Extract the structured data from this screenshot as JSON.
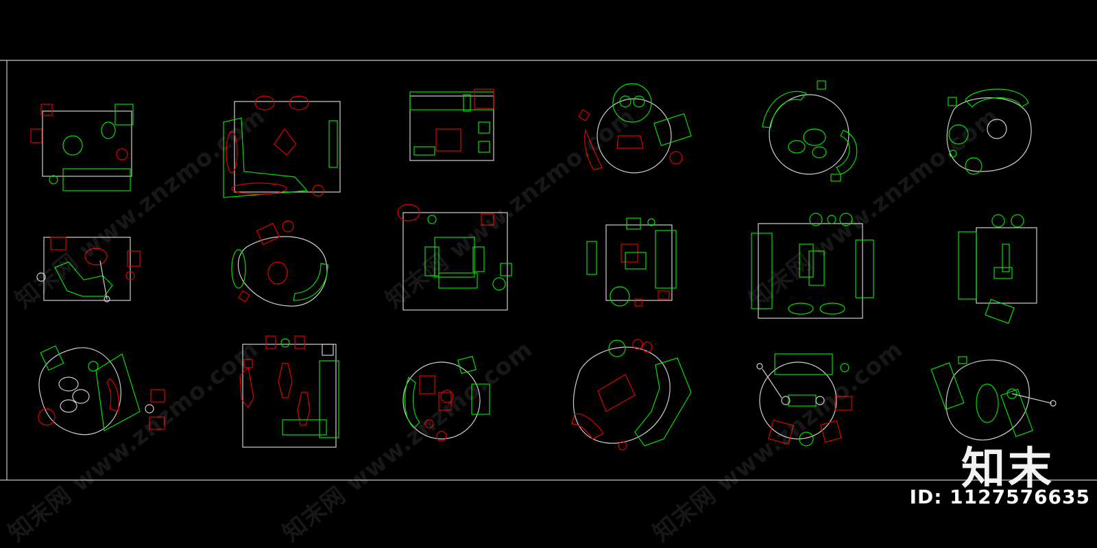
{
  "drawing": {
    "description_visible": false,
    "colors": {
      "background": "#000000",
      "frame": "#c8c8c8",
      "green": "#00e000",
      "red": "#e00000",
      "white": "#d0d0d0"
    }
  },
  "watermark": {
    "site_text": "知末网 www.znzmo.com",
    "brand": "知末",
    "id_label": "ID: 1127576635"
  }
}
